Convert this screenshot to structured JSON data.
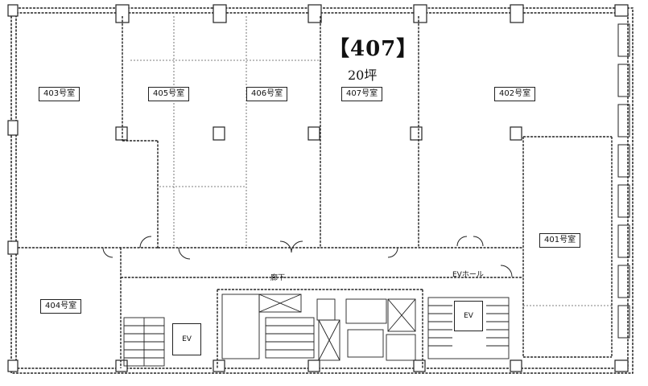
{
  "highlight": {
    "room_number": "【407】",
    "area": "20坪"
  },
  "rooms": {
    "r403": "403号室",
    "r405": "405号室",
    "r406": "406号室",
    "r407": "407号室",
    "r402": "402号室",
    "r401": "401号室",
    "r404": "404号室"
  },
  "labels": {
    "corridor": "廊下",
    "ev_hall": "EVホール",
    "ev_left": "EV",
    "ev_right": "EV"
  },
  "colors": {
    "line": "#222222",
    "light_line": "#555555",
    "background": "#ffffff"
  }
}
